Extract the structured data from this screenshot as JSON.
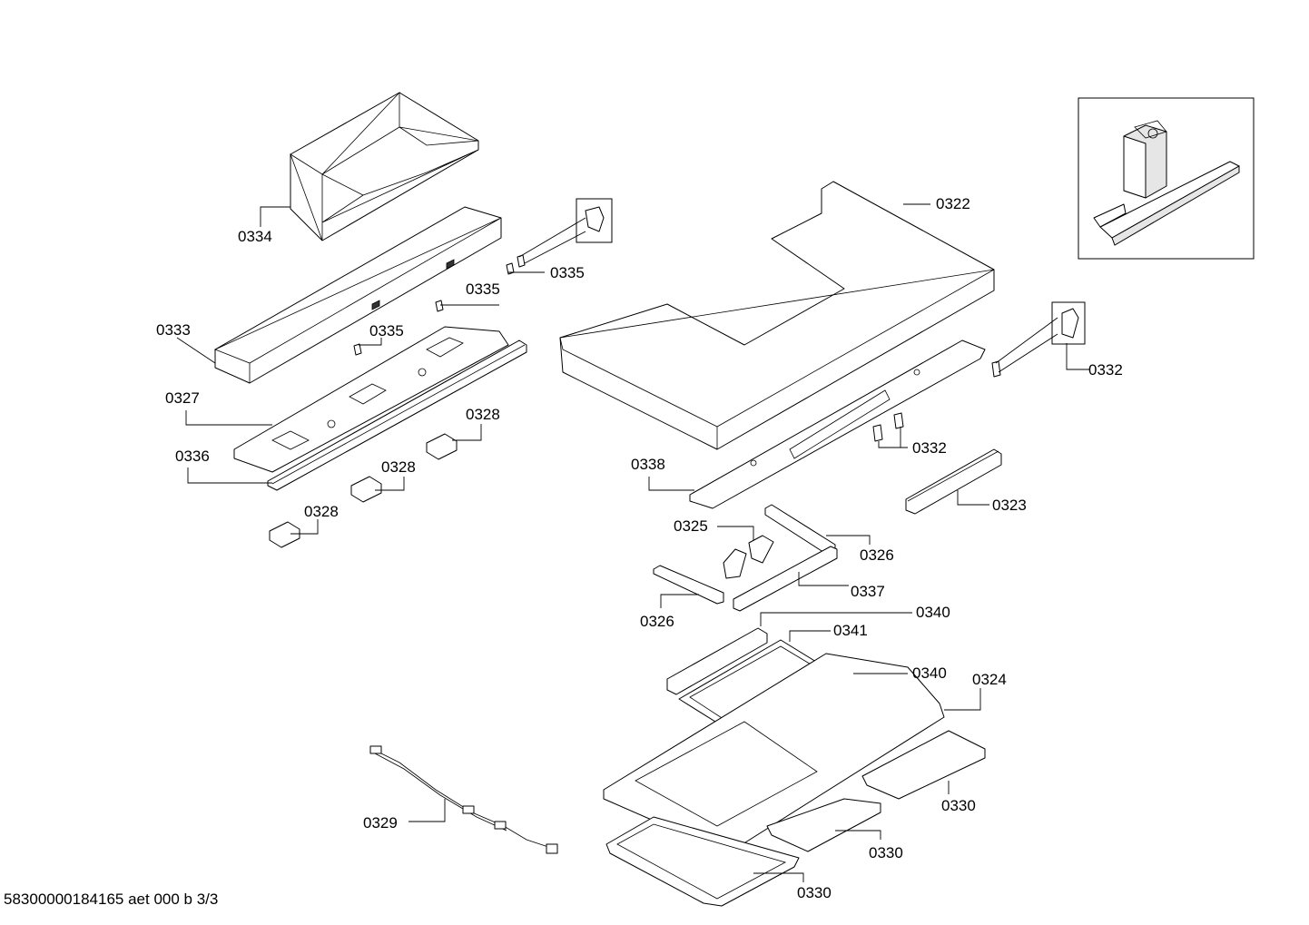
{
  "document_id": "58300000184165 aet 000 b 3/3",
  "part_numbers": {
    "p0322": "0322",
    "p0323": "0323",
    "p0324": "0324",
    "p0325": "0325",
    "p0326a": "0326",
    "p0326b": "0326",
    "p0327": "0327",
    "p0328a": "0328",
    "p0328b": "0328",
    "p0328c": "0328",
    "p0329": "0329",
    "p0330a": "0330",
    "p0330b": "0330",
    "p0330c": "0330",
    "p0332a": "0332",
    "p0332b": "0332",
    "p0333": "0333",
    "p0334": "0334",
    "p0335a": "0335",
    "p0335b": "0335",
    "p0335c": "0335",
    "p0336": "0336",
    "p0337": "0337",
    "p0338": "0338",
    "p0340a": "0340",
    "p0340b": "0340",
    "p0341": "0341"
  }
}
